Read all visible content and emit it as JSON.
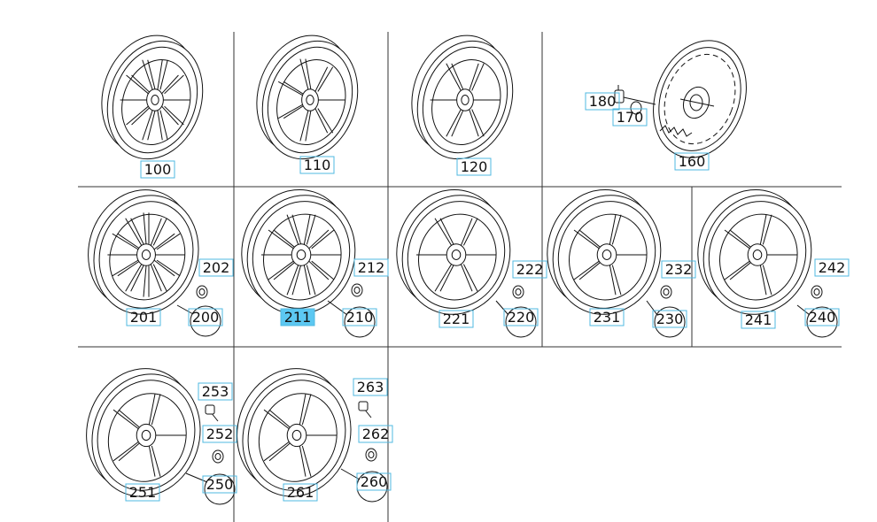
{
  "parts": {
    "p100": "100",
    "p110": "110",
    "p120": "120",
    "p160": "160",
    "p170": "170",
    "p180": "180",
    "p200": "200",
    "p201": "201",
    "p202": "202",
    "p210": "210",
    "p211": "211",
    "p212": "212",
    "p220": "220",
    "p221": "221",
    "p222": "222",
    "p230": "230",
    "p231": "231",
    "p232": "232",
    "p240": "240",
    "p241": "241",
    "p242": "242",
    "p250": "250",
    "p251": "251",
    "p252": "252",
    "p253": "253",
    "p260": "260",
    "p261": "261",
    "p262": "262",
    "p263": "263"
  },
  "selected_part": "211",
  "colors": {
    "highlight": "#5cc8f2",
    "label_border": "#4fb8e0",
    "line": "#333333"
  }
}
